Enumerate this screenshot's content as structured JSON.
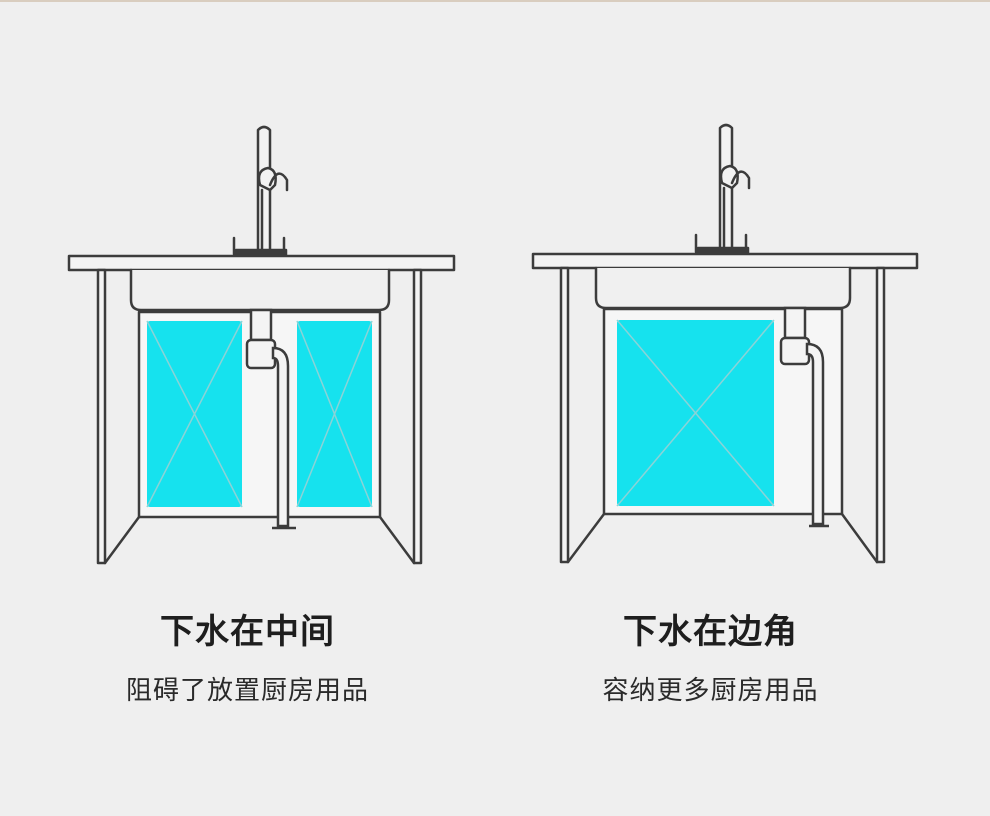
{
  "panels": [
    {
      "id": "middle",
      "title": "下水在中间",
      "subtitle": "阻碍了放置厨房用品"
    },
    {
      "id": "corner",
      "title": "下水在边角",
      "subtitle": "容纳更多厨房用品"
    }
  ],
  "colors": {
    "background": "#efefef",
    "line": "#3c3c3c",
    "storage_fill": "#16e2ee",
    "storage_cross": "#6fd5da"
  }
}
